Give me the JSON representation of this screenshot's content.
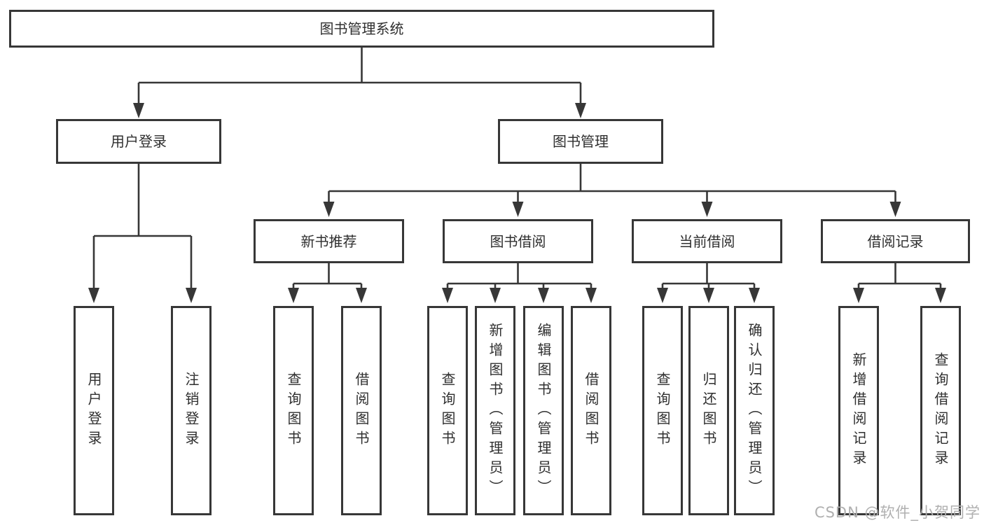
{
  "tree": {
    "label": "图书管理系统",
    "children": [
      {
        "label": "用户登录",
        "children": [
          {
            "label": "用户登录"
          },
          {
            "label": "注销登录"
          }
        ]
      },
      {
        "label": "图书管理",
        "children": [
          {
            "label": "新书推荐",
            "children": [
              {
                "label": "查询图书"
              },
              {
                "label": "借阅图书"
              }
            ]
          },
          {
            "label": "图书借阅",
            "children": [
              {
                "label": "查询图书"
              },
              {
                "label": "新增图书（管理员）"
              },
              {
                "label": "编辑图书（管理员）"
              },
              {
                "label": "借阅图书"
              }
            ]
          },
          {
            "label": "当前借阅",
            "children": [
              {
                "label": "查询图书"
              },
              {
                "label": "归还图书"
              },
              {
                "label": "确认归还（管理员）"
              }
            ]
          },
          {
            "label": "借阅记录",
            "children": [
              {
                "label": "新增借阅记录"
              },
              {
                "label": "查询借阅记录"
              }
            ]
          }
        ]
      }
    ]
  },
  "watermark": {
    "text": "CSDN @软件_小贺同学"
  },
  "colors": {
    "line": "#373737",
    "text": "#2f2f2f",
    "watermark": "#b0b0b0",
    "background": "#ffffff"
  }
}
